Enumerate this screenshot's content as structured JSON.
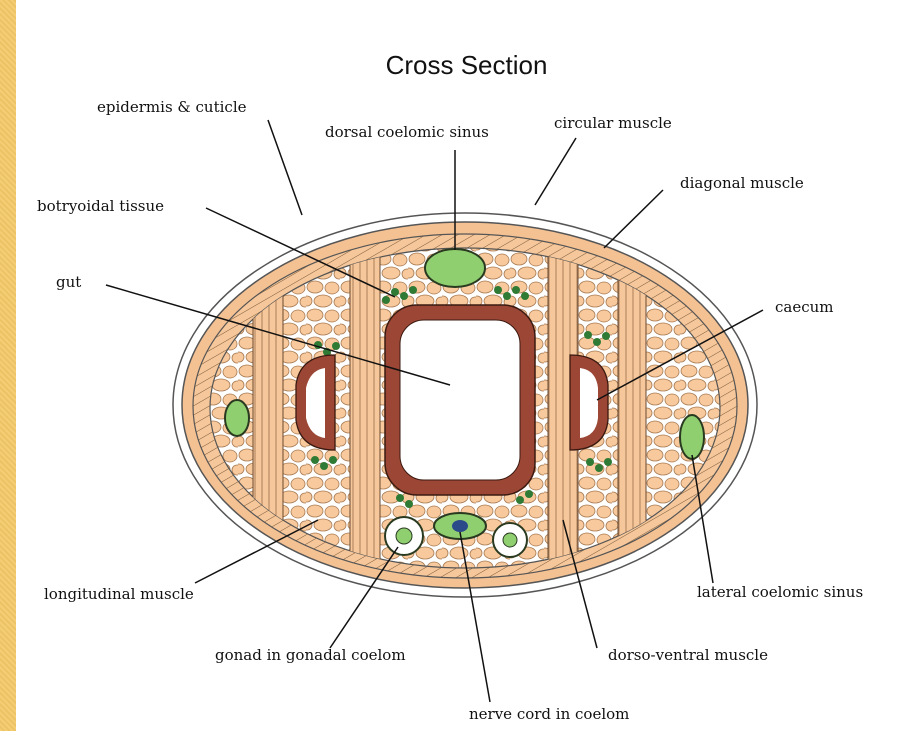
{
  "title": "Cross Section",
  "labels": {
    "epidermis": "epidermis & cuticle",
    "dorsal_sinus": "dorsal coelomic sinus",
    "circular_muscle": "circular muscle",
    "diagonal_muscle": "diagonal muscle",
    "botryoidal": "botryoidal tissue",
    "gut": "gut",
    "caecum": "caecum",
    "longitudinal": "longitudinal muscle",
    "lateral_sinus": "lateral coelomic sinus",
    "gonad": "gonad in gonadal coelom",
    "dorso_ventral": "dorso-ventral muscle",
    "nerve_cord": "nerve cord in coelom"
  },
  "colors": {
    "background": "#f3c968",
    "muscle": "#f6c79a",
    "gut_wall": "#9c4636",
    "sinus": "#8fcf70",
    "botryoidal": "#2f7a35"
  }
}
